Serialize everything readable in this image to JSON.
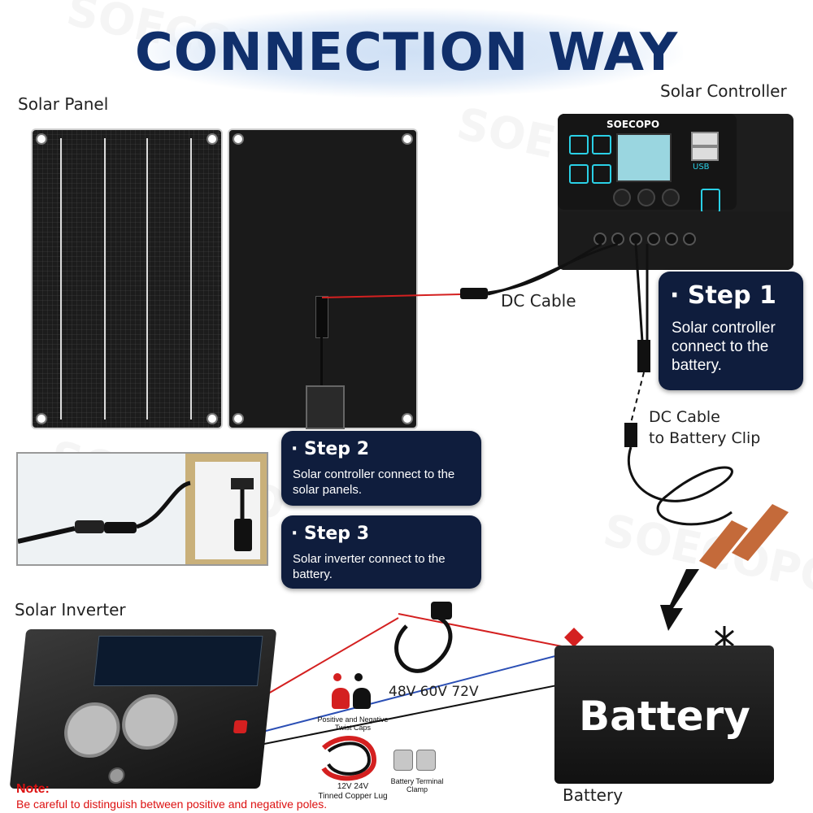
{
  "title": "CONNECTION WAY",
  "brand": "SOECOPO",
  "labels": {
    "solar_panel": "Solar Panel",
    "solar_controller": "Solar Controller",
    "dc_cable": "DC Cable",
    "dc_cable_battery_line1": "DC Cable",
    "dc_cable_battery_line2": "to Battery Clip",
    "solar_inverter": "Solar Inverter",
    "battery": "Battery",
    "battery_body": "Battery",
    "voltages": "48V 60V 72V",
    "twist_caps": "Positive and Negative Twist Caps",
    "copper_lug_line1": "12V 24V",
    "copper_lug_line2": "Tinned Copper Lug",
    "terminal_clamp_line1": "Battery Terminal",
    "terminal_clamp_line2": "Clamp",
    "usb": "USB"
  },
  "steps": [
    {
      "title": "· Step 1",
      "body": "Solar controller connect to the battery."
    },
    {
      "title": "· Step 2",
      "body": "Solar controller connect to the solar panels."
    },
    {
      "title": "· Step 3",
      "body": "Solar inverter connect to the battery."
    }
  ],
  "note": {
    "title": "Note:",
    "body": "Be careful to distinguish between positive and negative poles."
  },
  "colors": {
    "title": "#102f6b",
    "card": "#0f1d3d",
    "wire_red": "#d42020",
    "wire_blue": "#2b4fb5",
    "note": "#dd1111",
    "accent_cyan": "#2ad0e6"
  }
}
